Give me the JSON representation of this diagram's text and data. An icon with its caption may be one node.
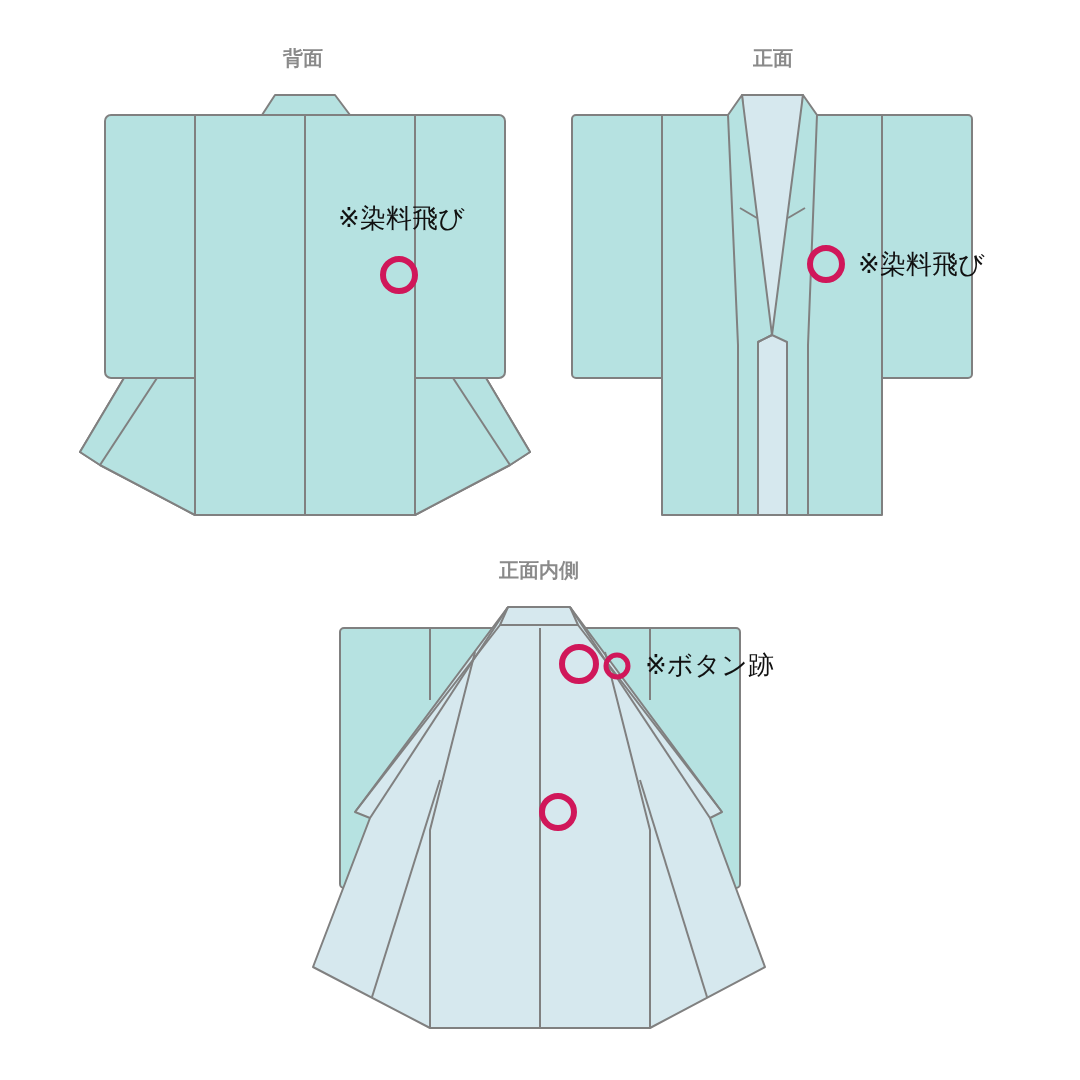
{
  "diagram": {
    "labels": [
      "背面",
      "正面",
      "※染料飛び",
      "※染料飛び",
      "正面内側",
      "※ボタン跡"
    ]
  }
}
